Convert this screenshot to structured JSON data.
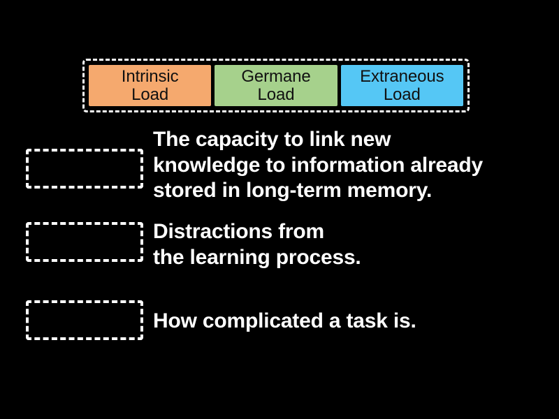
{
  "background_color": "#000000",
  "tray": {
    "border_style": "dashed-white",
    "tiles": [
      {
        "id": "intrinsic-load",
        "line1": "Intrinsic",
        "line2": "Load",
        "color": "#f5a96e",
        "text_color": "#111111"
      },
      {
        "id": "germane-load",
        "line1": "Germane",
        "line2": "Load",
        "color": "#a6d18c",
        "text_color": "#111111"
      },
      {
        "id": "extraneous-load",
        "line1": "Extraneous",
        "line2": "Load",
        "color": "#55c7f5",
        "text_color": "#111111"
      }
    ]
  },
  "questions": [
    {
      "id": "question-1",
      "dropzone_label": "",
      "answer": "The capacity to link new\nknowledge to information already\nstored in long-term memory."
    },
    {
      "id": "question-2",
      "dropzone_label": "",
      "answer": "Distractions from\nthe learning process."
    },
    {
      "id": "question-3",
      "dropzone_label": "",
      "answer": "How complicated a task is."
    }
  ],
  "text_color": "#ffffff"
}
